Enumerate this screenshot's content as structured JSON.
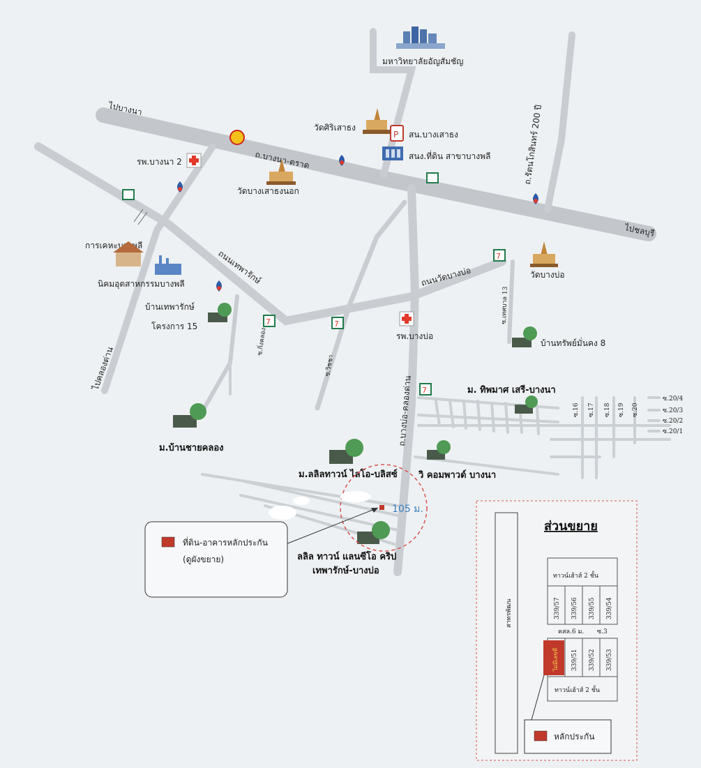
{
  "roads": {
    "bangna_trad": "ถ.บางนา-ตราด",
    "to_bangna": "ไปบางนา",
    "to_chonburi": "ไปชลบุรี",
    "rattanakosin": "ถ.รัตนโกสินทร์ 200 ปี",
    "thepharak": "ถนนเทพารักษ์",
    "wat_bangbo_rd": "ถนนวัดบางบ่อ",
    "bangbo_khlongdan": "ถ.บางบ่อ-คลองด่าน",
    "to_khlongdan": "ไปคลองด่าน",
    "soi_kingkaew": "ซ.กิ่งคลอง",
    "soi_wichai": "ซ.วิชชา",
    "soi_thetsaban13": "ซ.เทศบาล 13"
  },
  "places": {
    "university": "มหาวิทยาลัยอัญสัมชัญ",
    "wat_sirisaothong": "วัดศิริเสาธง",
    "police_bangsaothong": "สน.บางเสาธง",
    "land_office": "สนง.ที่ดิน สาขาบางพลี",
    "hospital_bangna2": "รพ.บางนา 2",
    "wat_bangsaothong_nok": "วัดบางเสาธงนอก",
    "housing_bangphli": "การเคหะบางพลี",
    "industrial_bangphli": "นิคมอุตสาหกรรมบางพลี",
    "ban_thepharak": "บ้านเทพารักษ์",
    "ban_thepharak_project": "โครงการ 15",
    "wat_bangbo": "วัดบางบ่อ",
    "hospital_bangbo": "รพ.บางบ่อ",
    "ban_sap_mankhong": "บ้านทรัพย์มั่นคง 8",
    "m_thipphamat": "ม. ทิพมาศ เสรี-บางนา",
    "m_ban_chai_khlong": "ม.บ้านชายคลอง",
    "m_lalin_town": "ม.ลลิลทาวน์ ไลโอ-บลิสซ์",
    "wi_condo": "วิ คอมพาวด์ บางนา",
    "lalin_line1": "ลลิล ทาวน์ แลนซีโอ คริป",
    "lalin_line2": "เทพารักษ์-บางบ่อ"
  },
  "soi_labels": [
    "ซ.16",
    "ซ.17",
    "ซ.18",
    "ซ.19",
    "ซ.20"
  ],
  "soi20_labels": [
    "ซ.20/4",
    "ซ.20/3",
    "ซ.20/2",
    "ซ.20/1"
  ],
  "distance": "105 ม.",
  "legend": {
    "line1": "ที่ดิน-อาคารหลักประกัน",
    "line2": "(ดูผังขยาย)"
  },
  "inset": {
    "title": "ส่วนขยาย",
    "top_row_label": "ทาวน์เฮ้าส์ 2 ชั้น",
    "top_units": [
      "339/57",
      "339/56",
      "339/55",
      "339/54"
    ],
    "road_label": "คสล.6 ม.",
    "soi": "ซ.3",
    "bottom_units": [
      "339/51",
      "339/52",
      "339/53"
    ],
    "bottom_row_label": "ทาวน์เฮ้าส์ 2 ชั้น",
    "subject_unit": "ไม่มีเลขที่",
    "side_road": "สาทรพัฒน",
    "legend": "หลักประกัน"
  },
  "colors": {
    "road": "#c3c7cc",
    "subject": "#c0392b",
    "distance": "#3a7fc1",
    "circle": "#d9534f"
  }
}
